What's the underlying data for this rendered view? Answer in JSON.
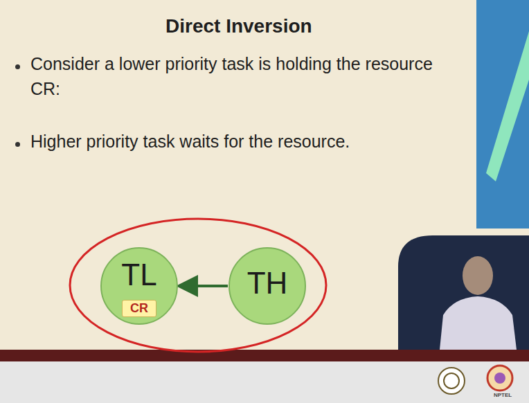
{
  "diagram": {
    "title": "Direct Inversion",
    "nodes": [
      {
        "text": [
          "TL"
        ]
      },
      {
        "text": [
          "CR"
        ],
        "in": 0
      },
      {
        "text": [
          "TH"
        ]
      }
    ],
    "edges": [
      {
        "from": 2,
        "to": 0,
        "arrow": "to"
      }
    ],
    "labels": [
      "Consider a  lower priority task is holding the resource CR:",
      "Higher priority task waits for the resource.",
      "NPTEL"
    ]
  }
}
